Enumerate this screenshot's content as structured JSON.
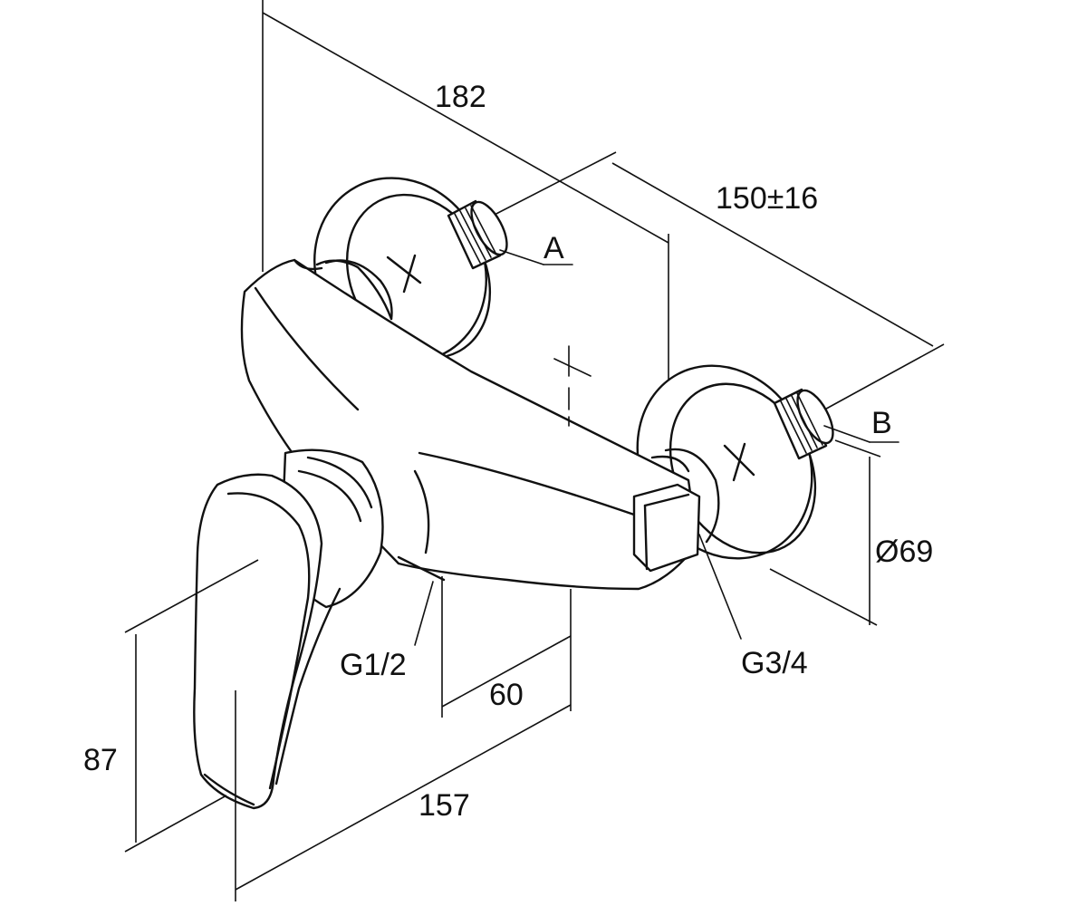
{
  "dimensions": {
    "overall_length": "182",
    "center_distance": "150±16",
    "flange_diameter": "Ø69",
    "outlet_offset": "60",
    "body_length": "157",
    "handle_height": "87"
  },
  "connections": {
    "inlet_a": "A",
    "inlet_b": "B",
    "outlet_thread": "G1/2",
    "inlet_thread": "G3/4"
  }
}
